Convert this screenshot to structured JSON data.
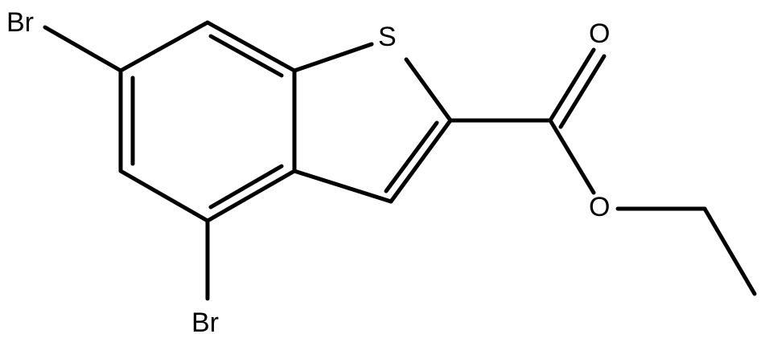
{
  "molecule": {
    "atoms": {
      "br6": "Br",
      "br4": "Br",
      "s1": "S",
      "o_carbonyl": "O",
      "o_ester": "O"
    },
    "colors": {
      "bond": "#000000",
      "label": "#000000",
      "background": "#ffffff"
    }
  }
}
